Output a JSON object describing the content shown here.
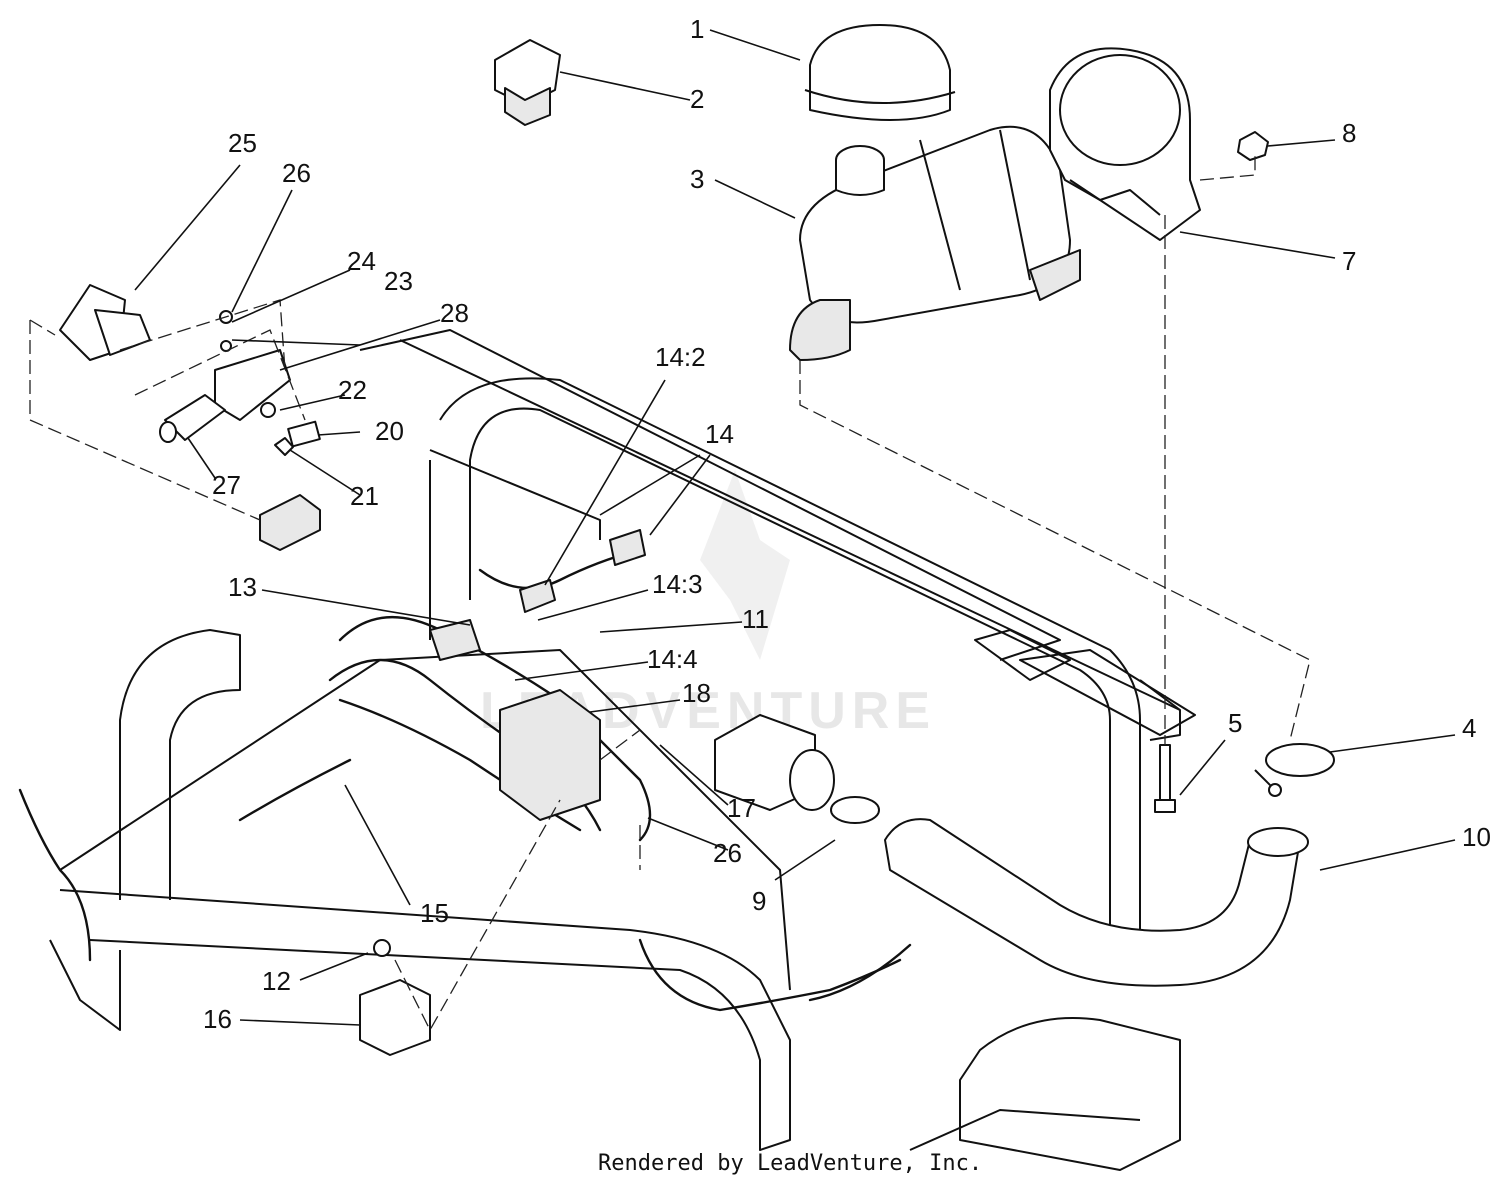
{
  "watermark": "LEADVENTURE",
  "credit": "Rendered by LeadVenture, Inc.",
  "callouts": [
    "1",
    "2",
    "3",
    "4",
    "5",
    "7",
    "8",
    "9",
    "10",
    "11",
    "12",
    "13",
    "14",
    "14:2",
    "14:3",
    "14:4",
    "15",
    "16",
    "17",
    "18",
    "20",
    "21",
    "22",
    "23",
    "24",
    "25",
    "26",
    "26",
    "27",
    "28"
  ]
}
